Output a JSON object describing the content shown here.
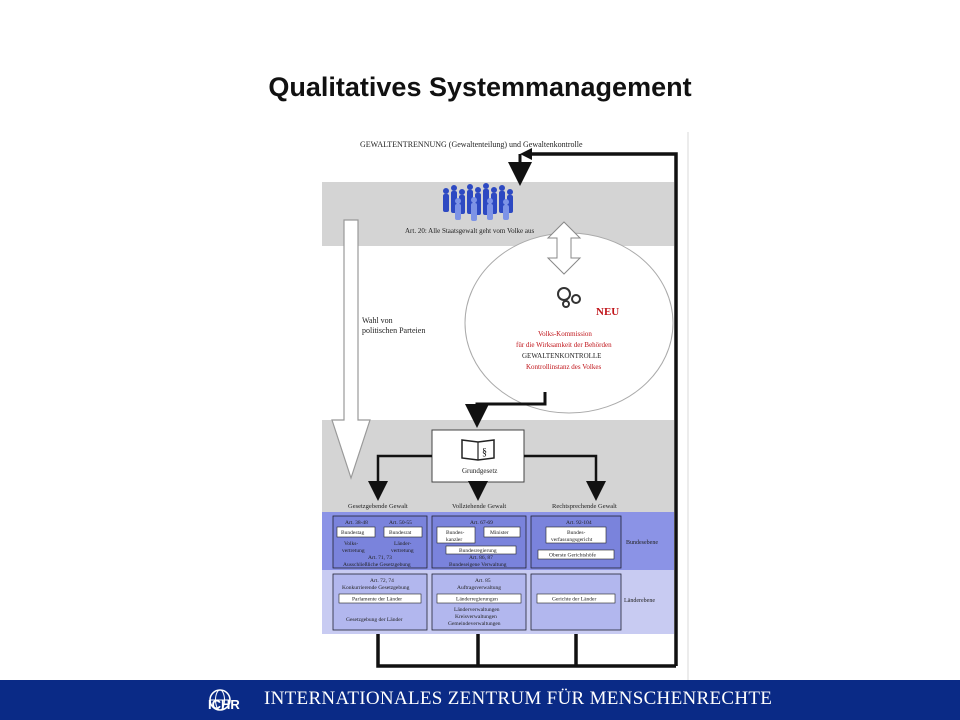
{
  "slide": {
    "title": "Qualitatives Systemmanagement"
  },
  "diagram": {
    "heading": "GEWALTENTRENNUNG (Gewaltenteilung) und Gewaltenkontrolle",
    "people_caption": "Art. 20: Alle Staatsgewalt geht vom Volke aus",
    "election_label_line1": "Wahl von",
    "election_label_line2": "politischen Parteien",
    "circle": {
      "new_label": "NEU",
      "line1": "Volks-Kommission",
      "line2": "für die Wirksamkeit der Behörden",
      "line3": "GEWALTENKONTROLLE",
      "line4": "Kontrollinstanz des Volkes"
    },
    "constitution_label": "Grundgesetz",
    "branches": {
      "legislative": {
        "title": "Gesetzgebende Gewalt",
        "art_bundestag": "Art. 38-48",
        "art_bundesrat": "Art. 50-55",
        "bundestag": "Bundestag",
        "bundesrat": "Bundesrat",
        "volks_line1": "Volks-",
        "volks_line2": "vertretung",
        "laender_line1": "Länder-",
        "laender_line2": "vertretung",
        "art_exclusive": "Art. 71, 73",
        "exclusive": "Ausschließliche Gesetzgebung",
        "art_concurrent": "Art. 72, 74",
        "concurrent": "Konkurrierende Gesetzgebung",
        "state_parliaments": "Parlamente der Länder",
        "state_legislation": "Gesetzgebung der Länder"
      },
      "executive": {
        "title": "Vollziehende Gewalt",
        "art_top": "Art. 67-69",
        "chancellor_line1": "Bundes-",
        "chancellor_line2": "kanzler",
        "minister": "Minister",
        "government": "Bundesregierung",
        "art_admin": "Art. 86, 87",
        "federal_admin": "Bundeseigene Verwaltung",
        "art_commission": "Art. 85",
        "commissioned_admin": "Auftragsverwaltung",
        "state_governments": "Länderregierungen",
        "state_admin": "Länderverwaltungen",
        "district_admin": "Kreisverwaltungen",
        "municipal_admin": "Gemeindeverwaltungen"
      },
      "judicial": {
        "title": "Rechtsprechende Gewalt",
        "art_top": "Art. 92-104",
        "court_line1": "Bundes-",
        "court_line2": "verfassungsgericht",
        "supreme_courts": "Oberste Gerichtshöfe",
        "state_courts": "Gerichte der Länder"
      }
    },
    "level_federal": "Bundesebene",
    "level_state": "Länderebene"
  },
  "footer": {
    "logo_text": "ICHR",
    "org_name": "INTERNATIONALES ZENTRUM FÜR MENSCHENRECHTE"
  }
}
